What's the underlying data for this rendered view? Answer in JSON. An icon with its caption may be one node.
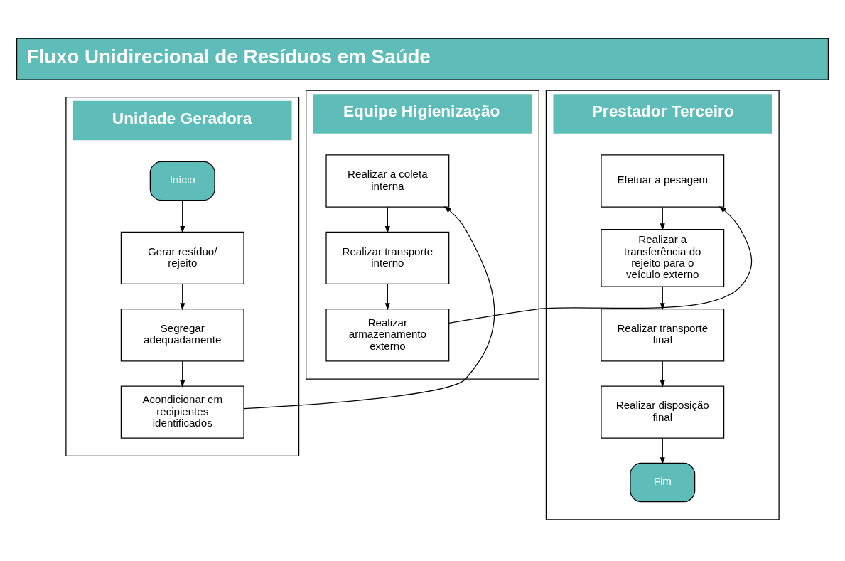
{
  "diagram": {
    "title": "Fluxo Unidirecional de Resíduos em Saúde",
    "nodes": [
      {
        "text": [
          "Unidade Geradora"
        ]
      },
      {
        "text": [
          "Equipe Higienização"
        ]
      },
      {
        "text": [
          "Prestador Terceiro"
        ]
      },
      {
        "text": [
          "Início"
        ],
        "in": 0
      },
      {
        "text": [
          "Gerar resíduo/ rejeito"
        ],
        "in": 0
      },
      {
        "text": [
          "Segregar adequadamente"
        ],
        "in": 0
      },
      {
        "text": [
          "Acondicionar em recipientes identificados"
        ],
        "in": 0
      },
      {
        "text": [
          "Realizar a coleta interna"
        ],
        "in": 1
      },
      {
        "text": [
          "Realizar transporte interno"
        ],
        "in": 1
      },
      {
        "text": [
          "Realizar armazenamento externo"
        ],
        "in": 1
      },
      {
        "text": [
          "Efetuar a pesagem"
        ],
        "in": 2
      },
      {
        "text": [
          "Realizar a transferência do rejeito para o veículo externo"
        ],
        "in": 2
      },
      {
        "text": [
          "Realizar transporte final"
        ],
        "in": 2
      },
      {
        "text": [
          "Realizar disposição final"
        ],
        "in": 2
      },
      {
        "text": [
          "Fim"
        ],
        "in": 2
      }
    ],
    "edges": [
      {
        "from": 3,
        "to": 4,
        "arrow": "to"
      },
      {
        "from": 4,
        "to": 5,
        "arrow": "to"
      },
      {
        "from": 5,
        "to": 6,
        "arrow": "to"
      },
      {
        "from": 6,
        "to": 7,
        "arrow": "to"
      },
      {
        "from": 7,
        "to": 8,
        "arrow": "to"
      },
      {
        "from": 8,
        "to": 9,
        "arrow": "to"
      },
      {
        "from": 9,
        "to": 10,
        "arrow": "to"
      },
      {
        "from": 10,
        "to": 11,
        "arrow": "to"
      },
      {
        "from": 11,
        "to": 12,
        "arrow": "to"
      },
      {
        "from": 12,
        "to": 13,
        "arrow": "to"
      },
      {
        "from": 13,
        "to": 14,
        "arrow": "to"
      }
    ]
  }
}
